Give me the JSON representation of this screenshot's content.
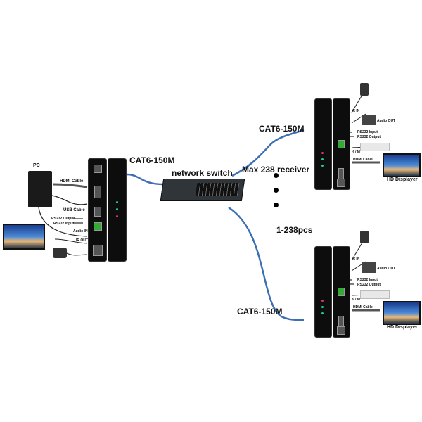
{
  "labels": {
    "pc": "PC",
    "hdmi_cable": "HDMI Cable",
    "usb_cable": "USB Cable",
    "rs232_output": "RS232 Output",
    "rs232_input": "RS232 Input",
    "audio_in": "Audio IN",
    "ir_out": "IR OUT",
    "cat6_left": "CAT6-150M",
    "network_switch": "network switch",
    "max_receiver": "Max 238 receiver",
    "cat6_top": "CAT6-150M",
    "cat6_bottom": "CAT6-150M",
    "count": "1-238pcs"
  },
  "receivers": [
    {
      "ir_in": "IR IN",
      "audio_out": "Audio OUT",
      "rs232_input": "RS232 Input",
      "rs232_output": "RS232 Output",
      "km": "K / M",
      "hdmi_cable": "HDMI Cable",
      "display": "HD Displayer"
    },
    {
      "ir_in": "IR IN",
      "audio_out": "Audio OUT",
      "rs232_input": "RS232 Input",
      "rs232_output": "RS232 Output",
      "km": "K / M",
      "hdmi_cable": "HDMI Cable",
      "display": "HD Displayer"
    }
  ],
  "colors": {
    "cable": "#3d6fb5",
    "device": "#0d0d0d"
  }
}
